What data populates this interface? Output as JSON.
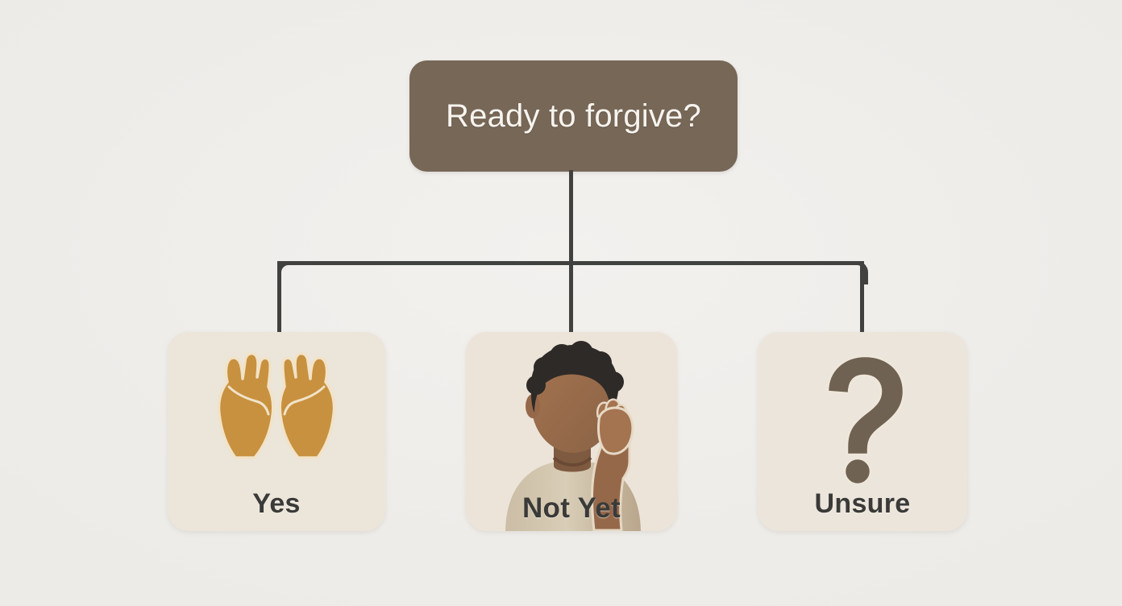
{
  "diagram": {
    "type": "decision-tree",
    "background_color": "#f1efec",
    "connector_color": "#41423f",
    "root": {
      "label": "Ready to forgive?",
      "background_color": "#776757",
      "text_color": "#f7f4ef"
    },
    "options": [
      {
        "id": "yes",
        "label": "Yes",
        "icon": "open-hands-icon",
        "icon_color": "#c8913f",
        "card_color": "#ece5da",
        "text_color": "#3a3a38"
      },
      {
        "id": "not-yet",
        "label": "Not Yet",
        "icon": "pensive-person-icon",
        "icon_color": "#8a6346",
        "card_color": "#ece4d9",
        "text_color": "#3a3a38"
      },
      {
        "id": "unsure",
        "label": "Unsure",
        "icon": "question-mark-icon",
        "icon_color": "#6f6253",
        "card_color": "#ece5db",
        "text_color": "#3a3a38"
      }
    ]
  }
}
